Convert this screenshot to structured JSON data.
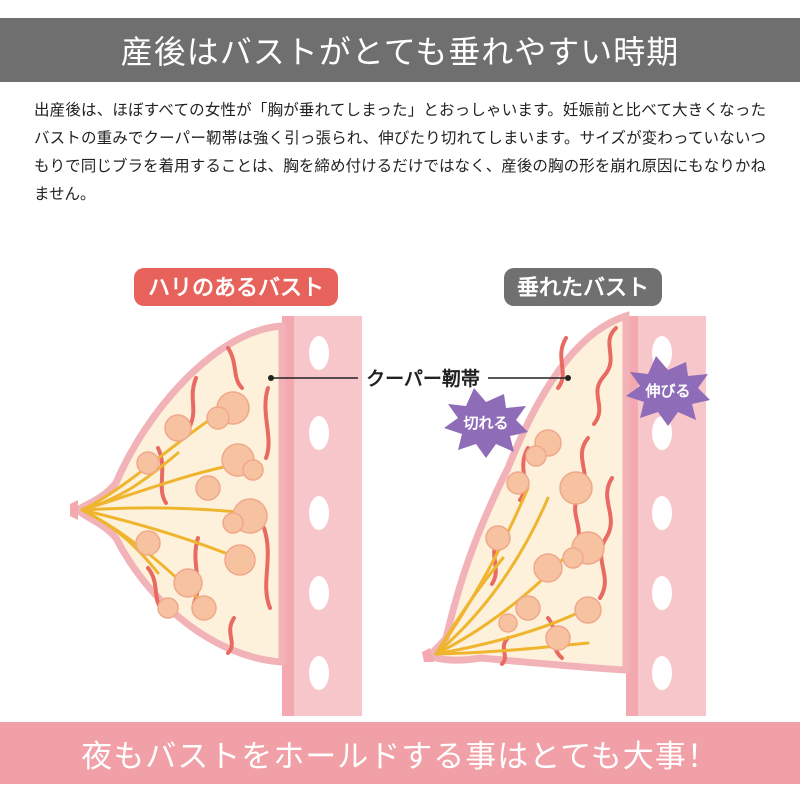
{
  "header": {
    "title": "産後はバストがとても垂れやすい時期"
  },
  "intro": {
    "text": "出産後は、ほぼすべての女性が「胸が垂れてしまった」とおっしゃいます。妊娠前と比べて大きくなったバストの重みでクーパー靭帯は強く引っ張られ、伸びたり切れてしまいます。サイズが変わっていないつもりで同じブラを着用することは、胸を締め付けるだけではなく、産後の胸の形を崩れ原因にもなりかねません。"
  },
  "illustration": {
    "firm_bust_label": "ハリのあるバスト",
    "sagging_bust_label": "垂れたバスト",
    "ligament_label": "クーパー靭帯",
    "torn_label": "切れる",
    "stretched_label": "伸びる"
  },
  "footer": {
    "text": "夜もバストをホールドする事はとても大事！"
  },
  "colors": {
    "header_bg": "#6f6f6f",
    "footer_bg": "#f0a0a6",
    "firm_label_bg": "#e8625c",
    "sagging_label_bg": "#707070",
    "burst_color": "#8e6cb8",
    "skin": "#fdf1dc",
    "skin_outline": "#f2b3b8",
    "duct": "#f0b52e",
    "ligament": "#e86a62",
    "lobule": "#f7c2a0"
  }
}
